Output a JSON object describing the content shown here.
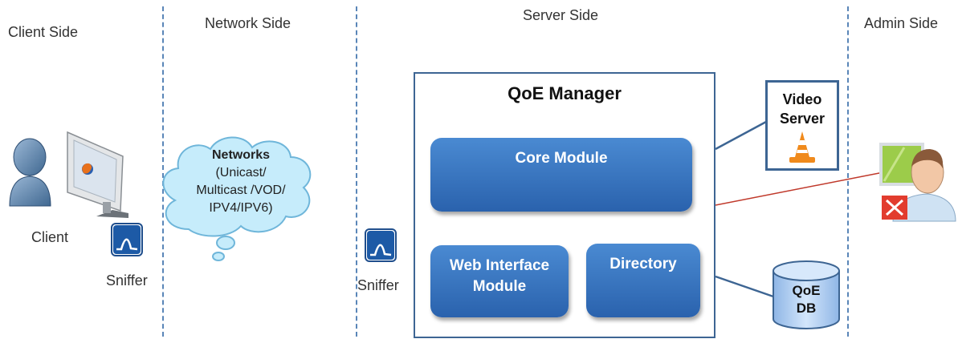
{
  "sides": {
    "client": "Client Side",
    "network": "Network Side",
    "server": "Server Side",
    "admin": "Admin Side"
  },
  "client": {
    "label": "Client"
  },
  "sniffers": {
    "client_label": "Sniffer",
    "server_label": "Sniffer"
  },
  "network_cloud": {
    "title": "Networks",
    "lines": [
      "(Unicast/",
      "Multicast /VOD/",
      "IPV4/IPV6)"
    ]
  },
  "qoe_manager": {
    "title": "QoE Manager",
    "core_module": "Core Module",
    "web_interface_module": [
      "Web Interface",
      "Module"
    ],
    "directory": "Directory"
  },
  "video_server": {
    "lines": [
      "Video",
      "Server"
    ]
  },
  "qoe_db": {
    "lines": [
      "QoE",
      "DB"
    ]
  },
  "icons": {
    "user": "user-silhouette-icon",
    "monitor": "computer-monitor-icon",
    "browser": "firefox-browser-icon",
    "sniffer": "wireshark-sniffer-icon",
    "vlc": "vlc-cone-icon",
    "admin": "admin-user-icon",
    "tools": "tools-icon"
  },
  "colors": {
    "module_blue": "#2f6db7",
    "border_blue": "#3d6593",
    "cloud_fill": "#c6ecfb",
    "db_fill": "#b5d3f3",
    "admin_link": "#c0392b"
  }
}
